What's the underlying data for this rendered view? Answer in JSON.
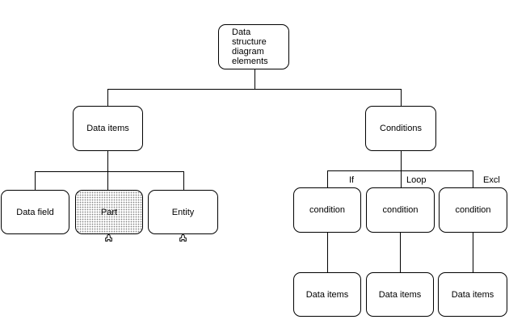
{
  "colors": {
    "background": "#ffffff",
    "line": "#000000",
    "text": "#000000",
    "part_fill_dot": "#808080"
  },
  "icons": {
    "part_handle": "expand-handle-icon",
    "entity_handle": "expand-handle-icon"
  },
  "diagram": {
    "root": {
      "label": "Data\nstructure\ndiagram\nelements"
    },
    "branches": {
      "data_items": {
        "label": "Data items",
        "children": [
          "Data field",
          "Part",
          "Entity"
        ]
      },
      "conditions": {
        "label": "Conditions",
        "branches": [
          {
            "edge_label": "If",
            "label": "condition",
            "child_label": "Data items"
          },
          {
            "edge_label": "Loop",
            "label": "condition",
            "child_label": "Data items"
          },
          {
            "edge_label": "Excl",
            "label": "condition",
            "child_label": "Data items"
          }
        ]
      }
    }
  }
}
